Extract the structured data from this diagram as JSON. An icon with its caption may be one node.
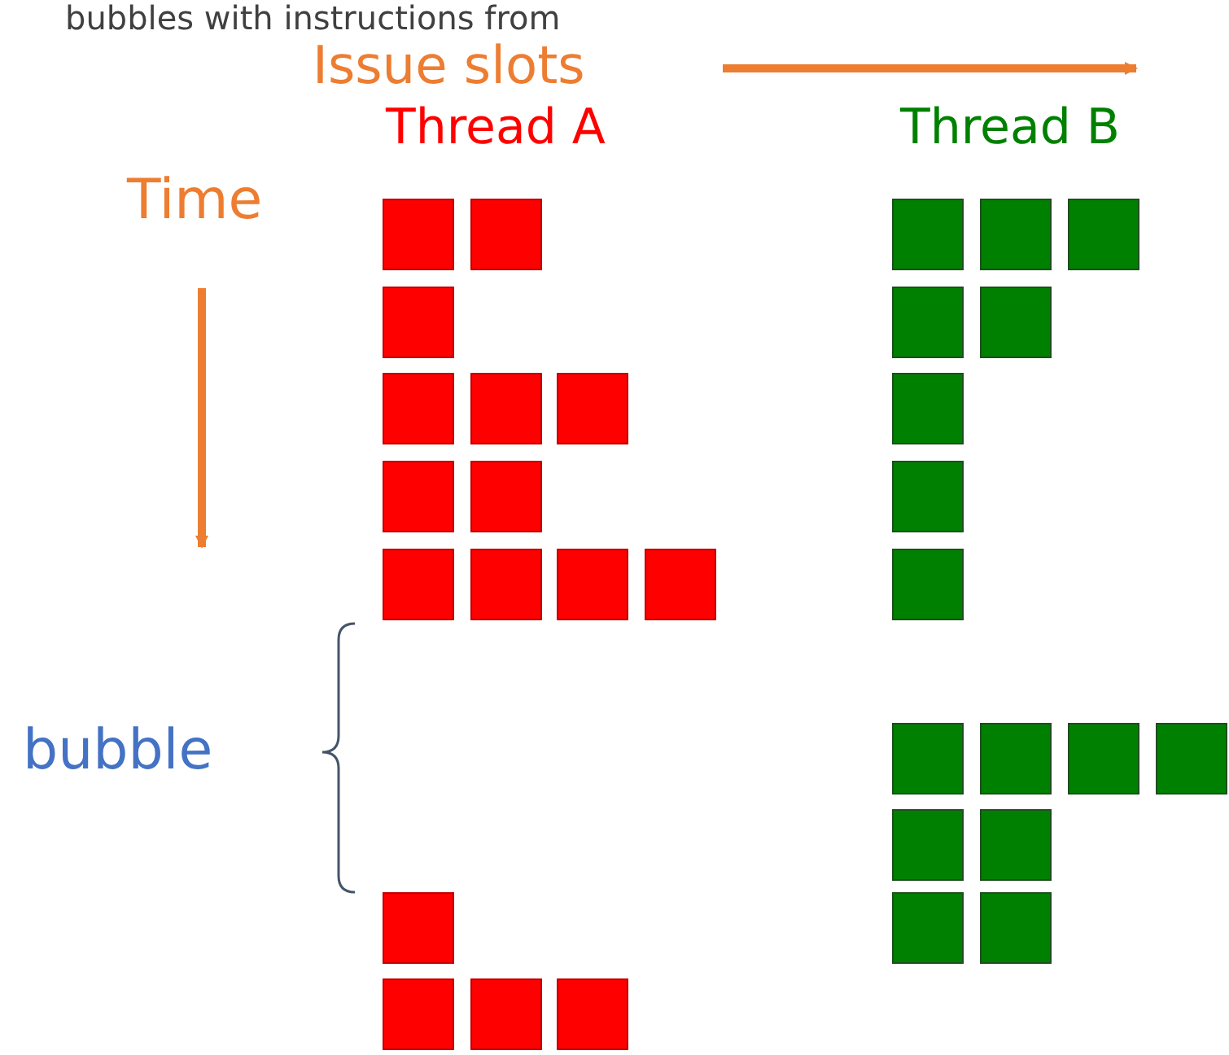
{
  "diagram": {
    "nodes": [
      {
        "text": [],
        "shape": "box"
      },
      {
        "text": [],
        "shape": "box"
      },
      {
        "text": [],
        "shape": "box"
      },
      {
        "text": [],
        "shape": "box"
      },
      {
        "text": [],
        "shape": "box"
      },
      {
        "text": [],
        "shape": "box"
      },
      {
        "text": [],
        "shape": "box"
      },
      {
        "text": [],
        "shape": "box"
      },
      {
        "text": [],
        "shape": "box"
      },
      {
        "text": [],
        "shape": "box"
      },
      {
        "text": [],
        "shape": "box"
      },
      {
        "text": [],
        "shape": "box"
      },
      {
        "text": [],
        "shape": "box"
      },
      {
        "text": [],
        "shape": "box"
      },
      {
        "text": [],
        "shape": "box"
      },
      {
        "text": [],
        "shape": "box"
      },
      {
        "text": [],
        "shape": "box"
      },
      {
        "text": [],
        "shape": "box"
      },
      {
        "text": [],
        "shape": "box"
      },
      {
        "text": [],
        "shape": "box"
      },
      {
        "text": [],
        "shape": "box"
      },
      {
        "text": [],
        "shape": "box"
      },
      {
        "text": [],
        "shape": "box"
      },
      {
        "text": [],
        "shape": "box"
      },
      {
        "text": [],
        "shape": "box"
      },
      {
        "text": [],
        "shape": "box"
      },
      {
        "text": [],
        "shape": "box"
      },
      {
        "text": [],
        "shape": "box"
      },
      {
        "text": [],
        "shape": "box"
      },
      {
        "text": [],
        "shape": "box"
      },
      {
        "text": [],
        "shape": "box"
      },
      {
        "text": [],
        "shape": "box"
      }
    ],
    "labels": [
      "bubbles with instructions from",
      "Issue slots",
      "Thread A",
      "Thread B",
      "Time",
      "bubble"
    ]
  }
}
